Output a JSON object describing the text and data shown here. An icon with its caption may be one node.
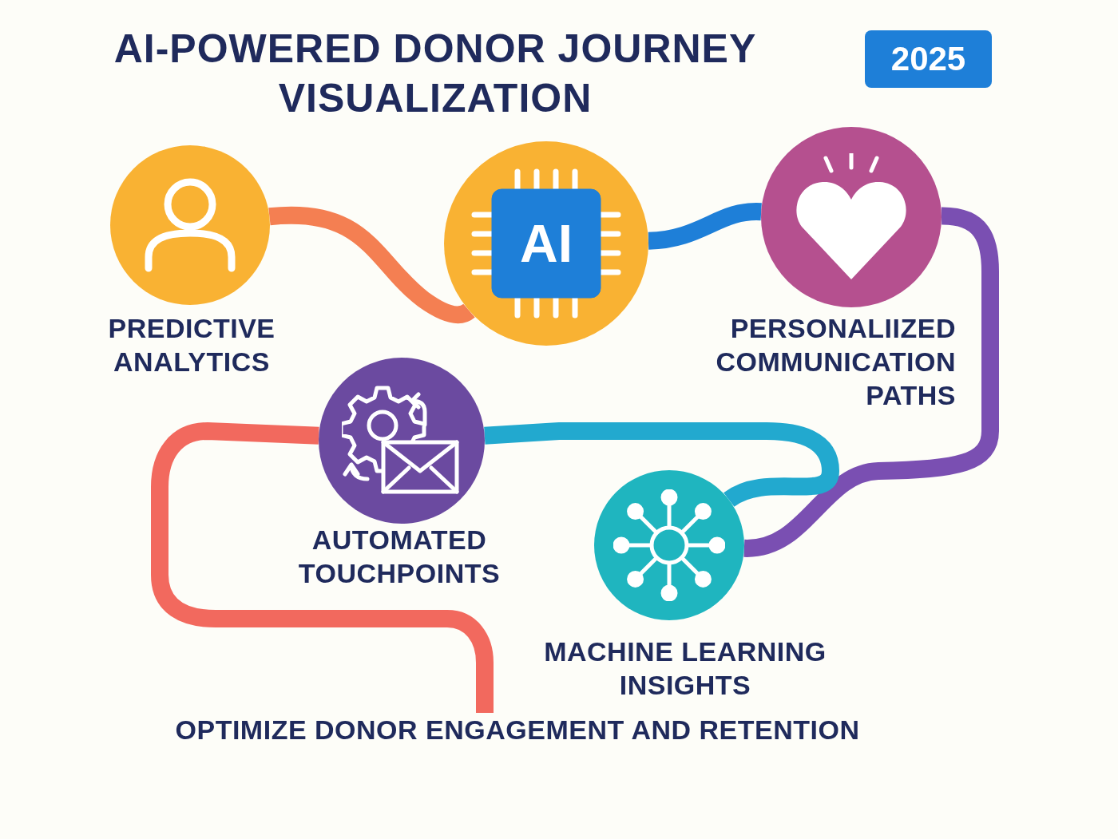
{
  "diagram": {
    "title": "AI-POWERED DONOR JOURNEY VISUALIZATION",
    "nodes": [
      {
        "text": [
          "PREDICTIVE ANALYTICS"
        ]
      },
      {
        "text": [
          "AI"
        ]
      },
      {
        "text": [
          "PERSONALIIZED COMMUNICATION PATHS"
        ]
      },
      {
        "text": [
          "AUTOMATED TOUCHPOINTS"
        ]
      },
      {
        "text": [
          "MACHINE LEARNING INSIGHTS"
        ]
      },
      {
        "text": [
          "OPTIMIZE DONOR ENGAGEMENT AND RETENTION"
        ]
      }
    ],
    "edges": [
      {
        "from": 0,
        "to": 1,
        "arrow": "none",
        "color": "#f47f52"
      },
      {
        "from": 1,
        "to": 2,
        "arrow": "none",
        "color": "#1e7fd8"
      },
      {
        "from": 2,
        "to": 4,
        "arrow": "none",
        "color": "#7a4fb2"
      },
      {
        "from": 4,
        "to": 3,
        "arrow": "none",
        "color": "#22a9cf"
      },
      {
        "from": 3,
        "to": 5,
        "arrow": "none",
        "color": "#f2695e"
      }
    ],
    "labels": [
      "2025"
    ]
  }
}
